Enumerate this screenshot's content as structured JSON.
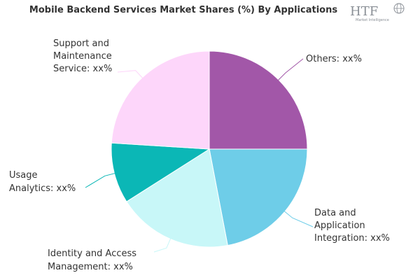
{
  "logo": {
    "mark": "HTF",
    "tagline": "Market Intelligence"
  },
  "chart_data": {
    "type": "pie",
    "title": "Mobile Backend Services Market Shares (%) By Applications",
    "start_angle_deg": 0,
    "direction": "clockwise",
    "slices": [
      {
        "label": "Others: xx%",
        "value": 25,
        "color": "#a257a8"
      },
      {
        "label": "Data and Application Integration: xx%",
        "value": 22,
        "color": "#6ecde8"
      },
      {
        "label": "Identity and Access Management: xx%",
        "value": 19,
        "color": "#c8f7f8"
      },
      {
        "label": "Usage Analytics: xx%",
        "value": 10,
        "color": "#0bb7b6"
      },
      {
        "label": "Support and Maintenance Service: xx%",
        "value": 24,
        "color": "#fdd6fa"
      }
    ]
  }
}
